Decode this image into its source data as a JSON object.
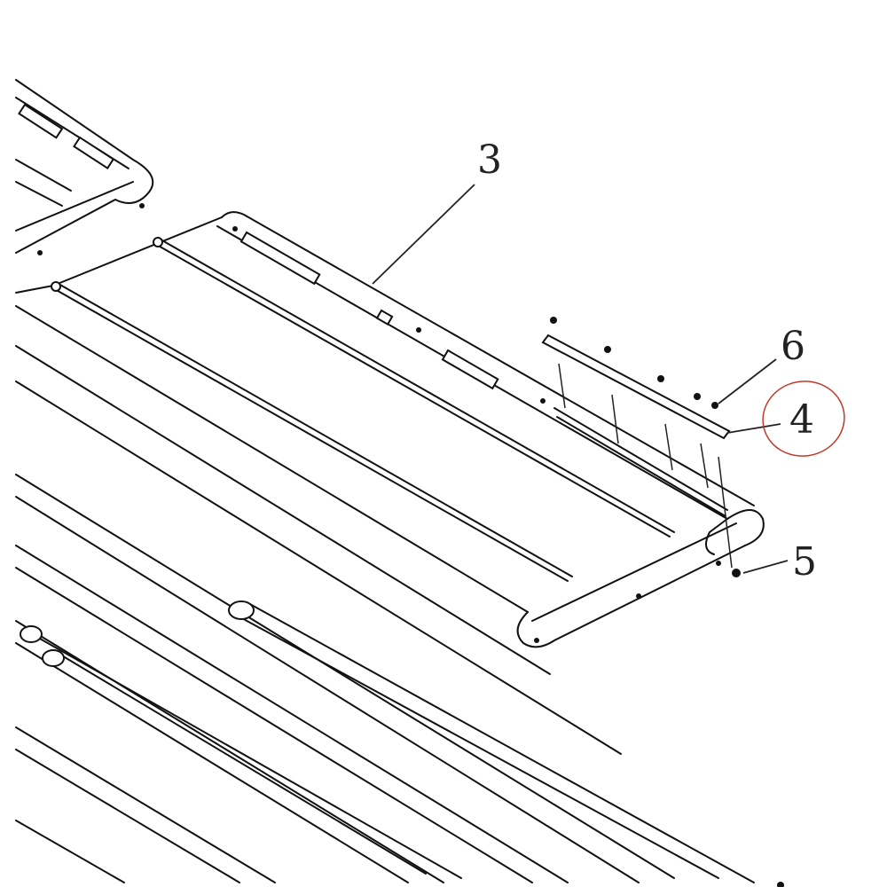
{
  "callouts": [
    {
      "id": "3",
      "label": "3"
    },
    {
      "id": "4",
      "label": "4"
    },
    {
      "id": "5",
      "label": "5"
    },
    {
      "id": "6",
      "label": "6"
    }
  ],
  "highlight": {
    "target": "4",
    "color": "#c0392b"
  }
}
